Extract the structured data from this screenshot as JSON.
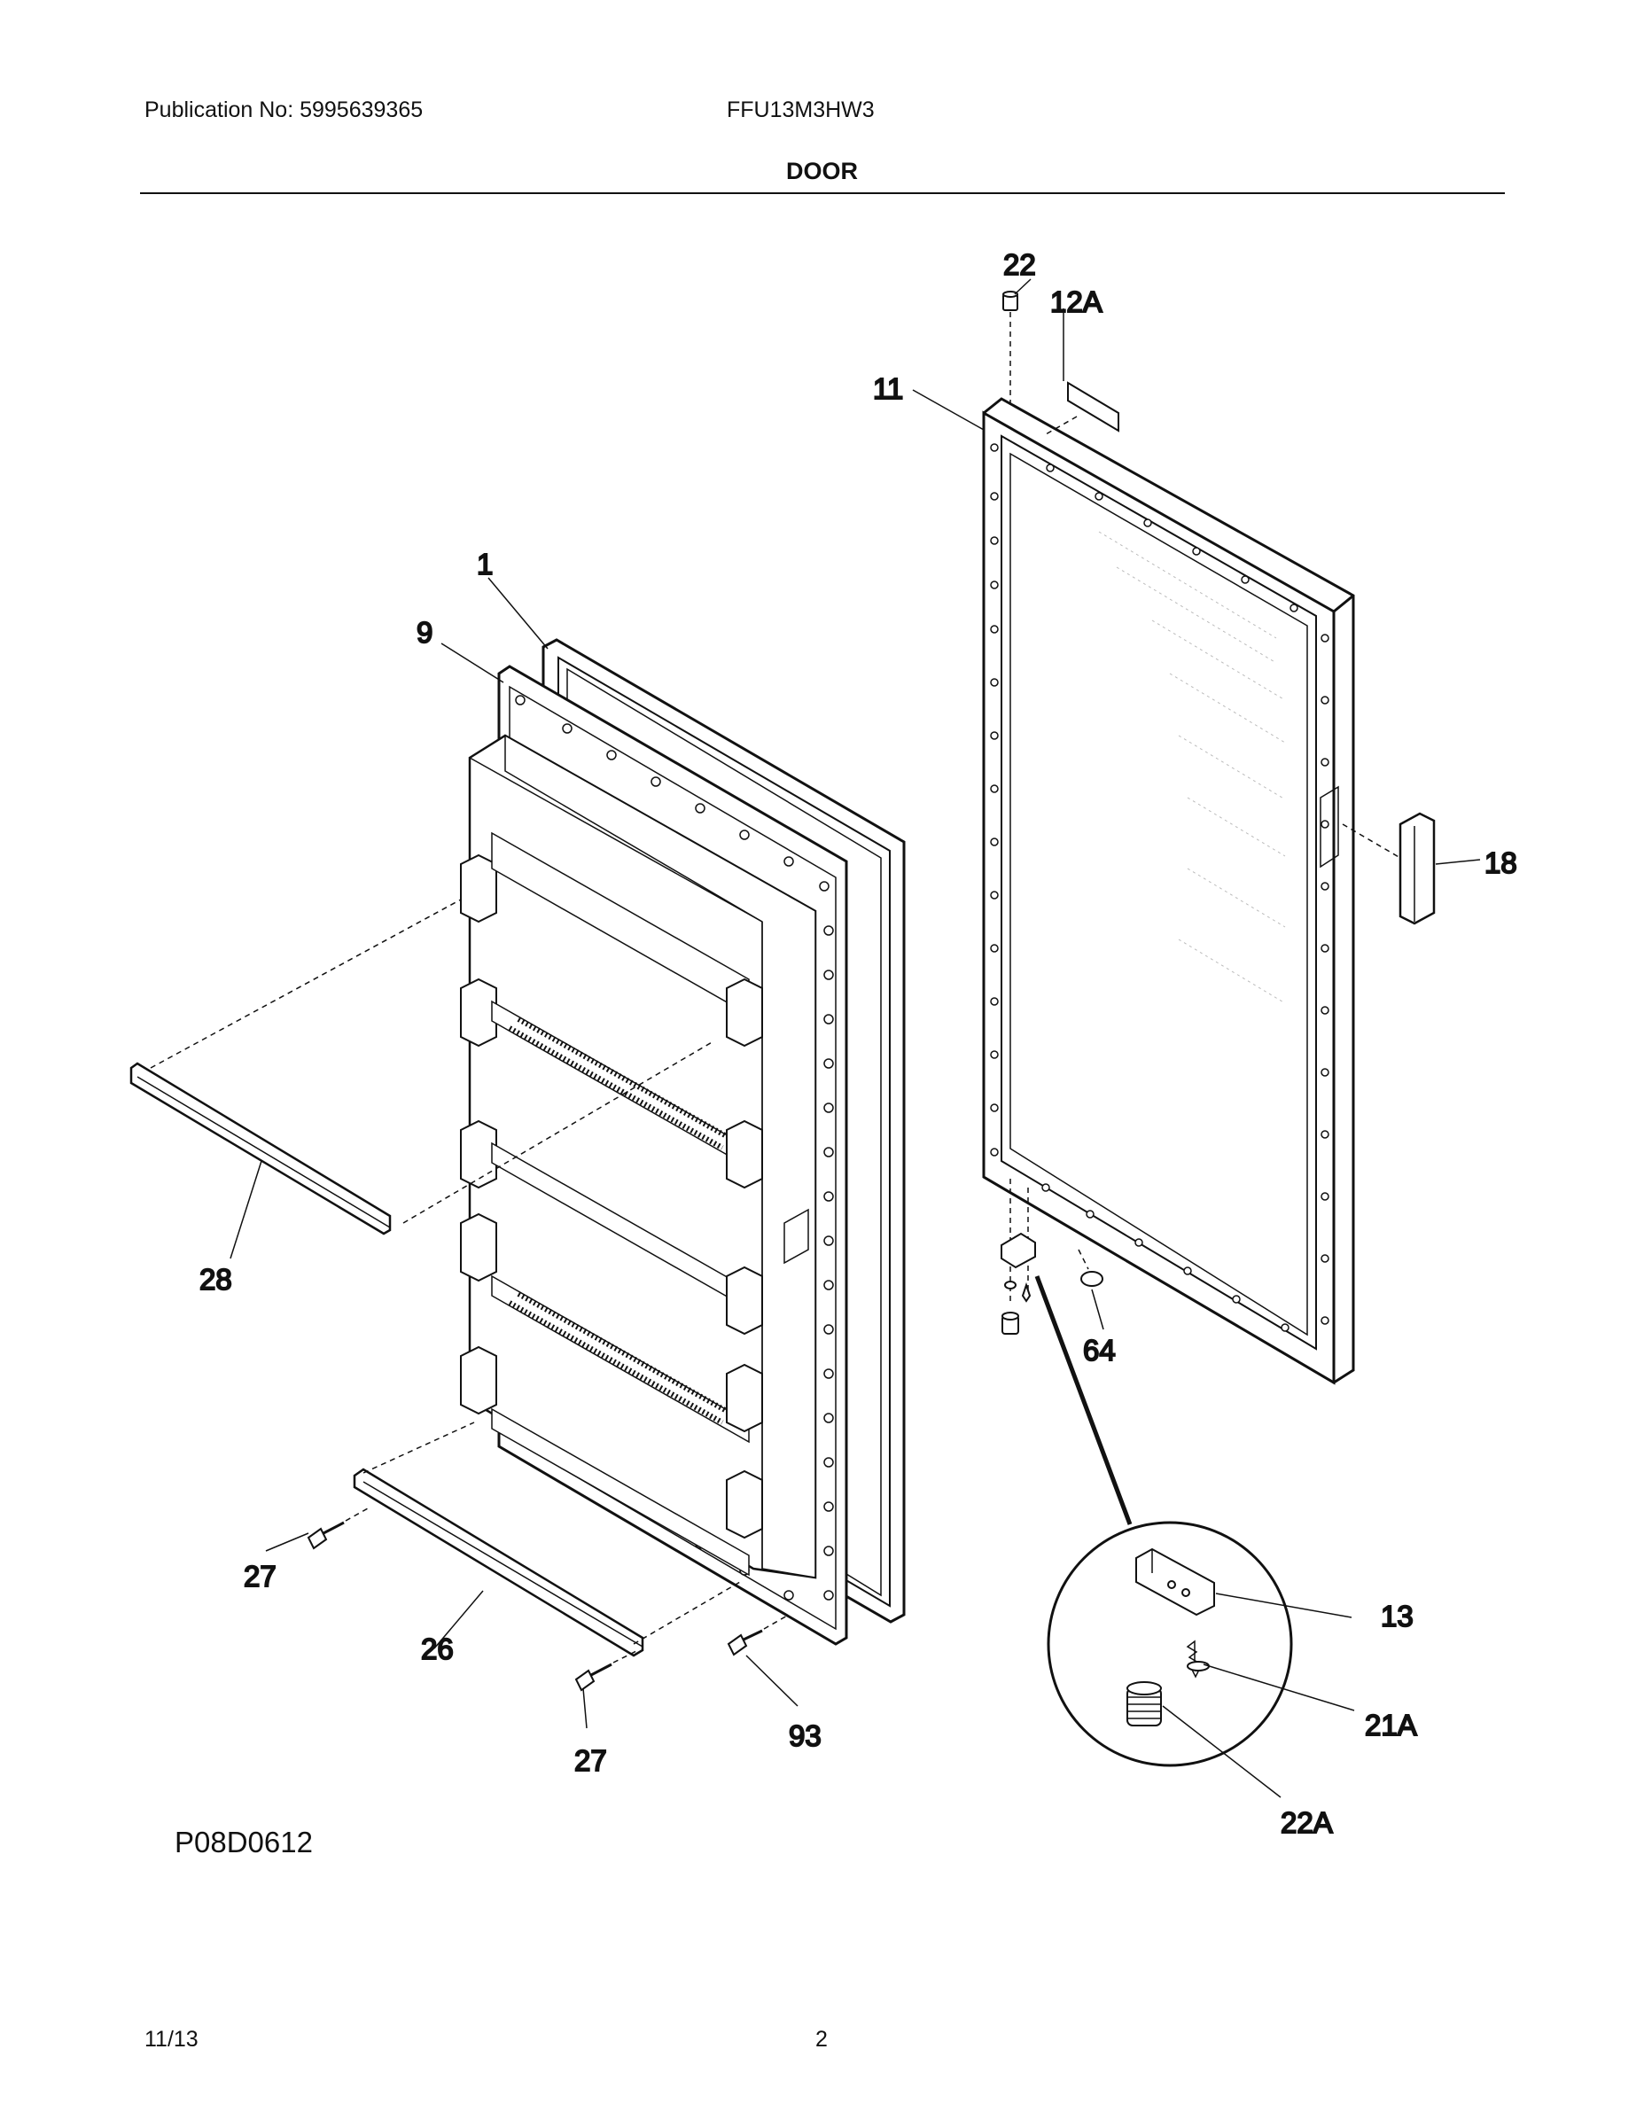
{
  "header": {
    "publication": "Publication No: 5995639365",
    "model": "FFU13M3HW3",
    "section_title": "DOOR"
  },
  "callouts": {
    "c22_top": "22",
    "c12A": "12A",
    "c11": "11",
    "c1": "1",
    "c9": "9",
    "c18": "18",
    "c28": "28",
    "c64": "64",
    "c27_left": "27",
    "c26": "26",
    "c27_bottom": "27",
    "c93": "93",
    "c13": "13",
    "c21A": "21A",
    "c22A": "22A"
  },
  "drawing_code": "P08D0612",
  "footer": {
    "date": "11/13",
    "page": "2"
  }
}
